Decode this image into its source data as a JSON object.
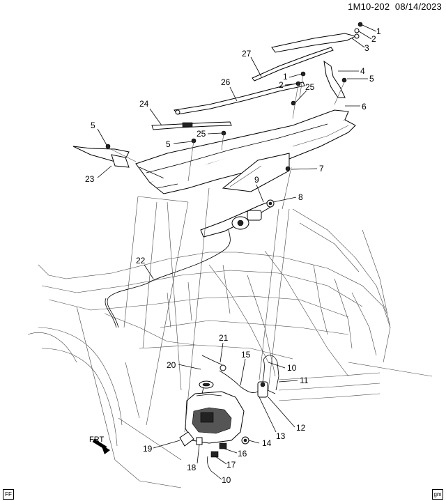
{
  "header": {
    "figure_id": "1M10-202",
    "date": "08/14/2023"
  },
  "orientation": {
    "label": "FRT"
  },
  "footer": {
    "left_badge": "FF",
    "right_badge": "gm"
  },
  "callouts": [
    {
      "id": "c1a",
      "text": "1"
    },
    {
      "id": "c2a",
      "text": "2"
    },
    {
      "id": "c3",
      "text": "3"
    },
    {
      "id": "c27",
      "text": "27"
    },
    {
      "id": "c1b",
      "text": "1"
    },
    {
      "id": "c4",
      "text": "4"
    },
    {
      "id": "c5a",
      "text": "5"
    },
    {
      "id": "c26",
      "text": "26"
    },
    {
      "id": "c2b",
      "text": "2"
    },
    {
      "id": "c25a",
      "text": "25"
    },
    {
      "id": "c6",
      "text": "6"
    },
    {
      "id": "c24",
      "text": "24"
    },
    {
      "id": "c5b",
      "text": "5"
    },
    {
      "id": "c25b",
      "text": "25"
    },
    {
      "id": "c5c",
      "text": "5"
    },
    {
      "id": "c23",
      "text": "23"
    },
    {
      "id": "c7",
      "text": "7"
    },
    {
      "id": "c9",
      "text": "9"
    },
    {
      "id": "c8",
      "text": "8"
    },
    {
      "id": "c22",
      "text": "22"
    },
    {
      "id": "c21",
      "text": "21"
    },
    {
      "id": "c15",
      "text": "15"
    },
    {
      "id": "c10a",
      "text": "10"
    },
    {
      "id": "c20",
      "text": "20"
    },
    {
      "id": "c11",
      "text": "11"
    },
    {
      "id": "c12",
      "text": "12"
    },
    {
      "id": "c13",
      "text": "13"
    },
    {
      "id": "c14",
      "text": "14"
    },
    {
      "id": "c19",
      "text": "19"
    },
    {
      "id": "c16",
      "text": "16"
    },
    {
      "id": "c18",
      "text": "18"
    },
    {
      "id": "c17",
      "text": "17"
    },
    {
      "id": "c10b",
      "text": "10"
    }
  ]
}
